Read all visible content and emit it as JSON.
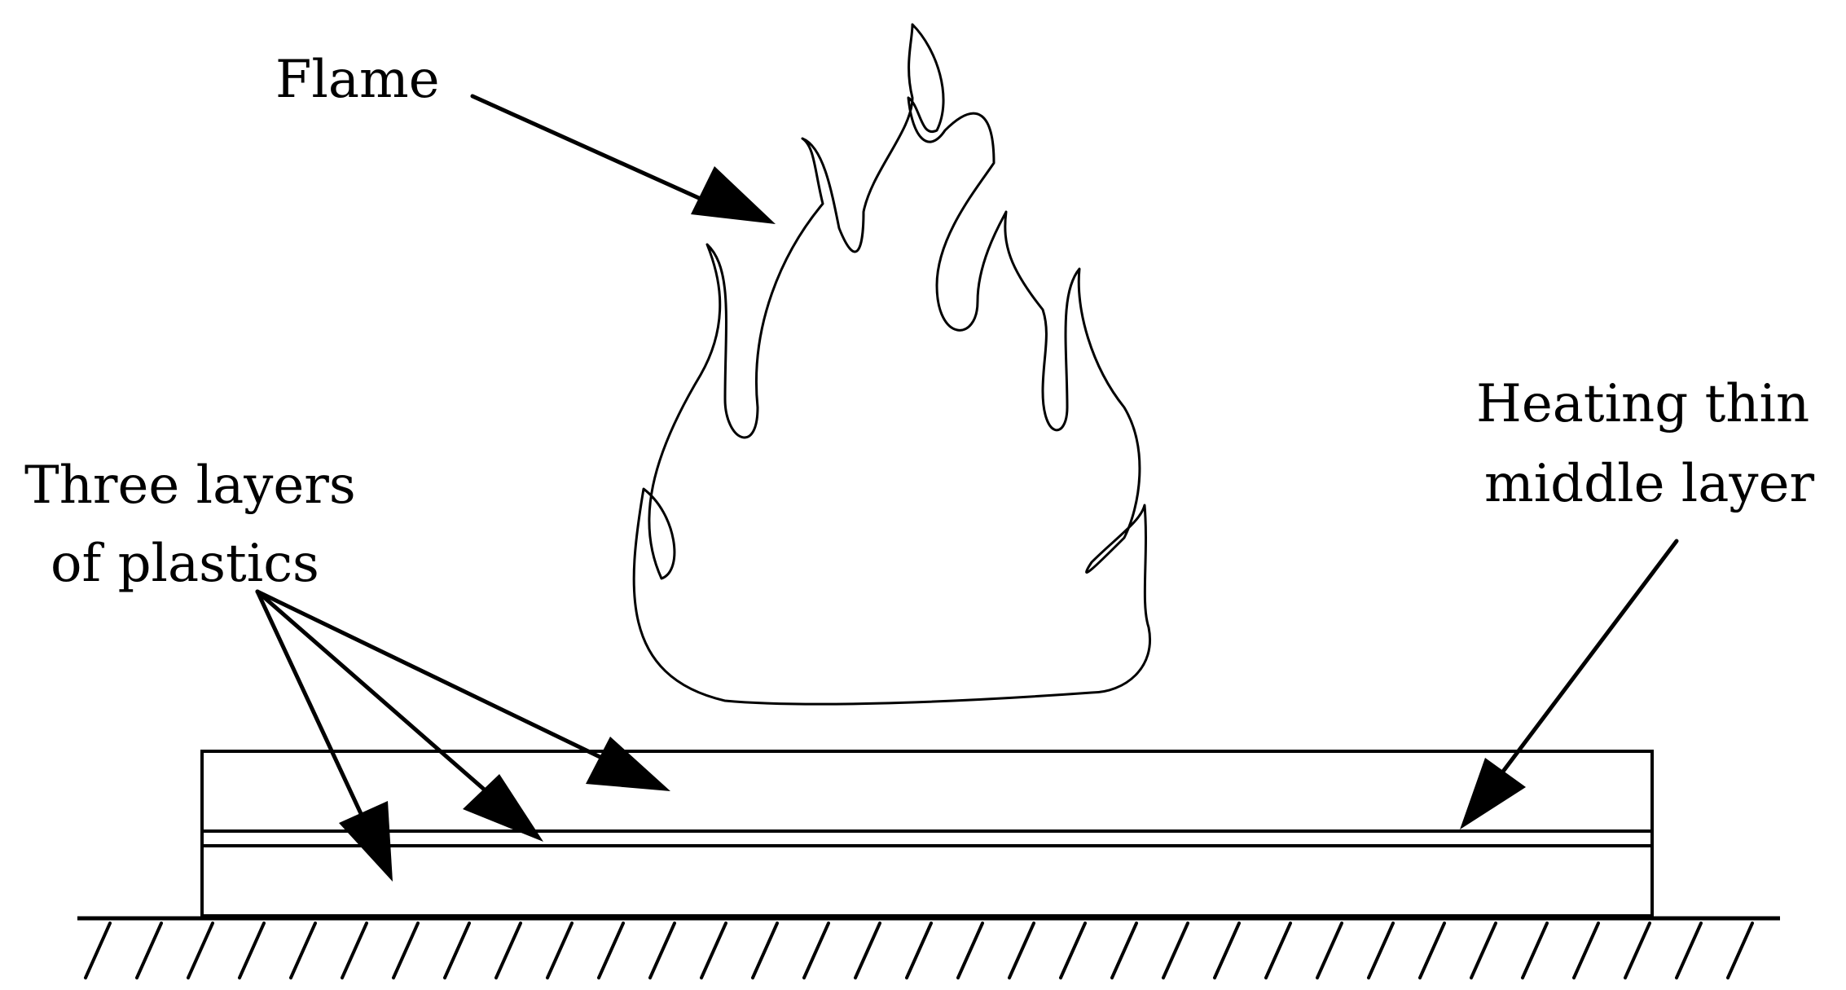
{
  "labels": {
    "flame": "Flame",
    "three_layers_line1": "Three layers",
    "three_layers_line2": "of plastics",
    "heating_line1": "Heating thin",
    "heating_line2": "middle layer"
  },
  "colors": {
    "ink": "#000000",
    "background": "#ffffff"
  }
}
